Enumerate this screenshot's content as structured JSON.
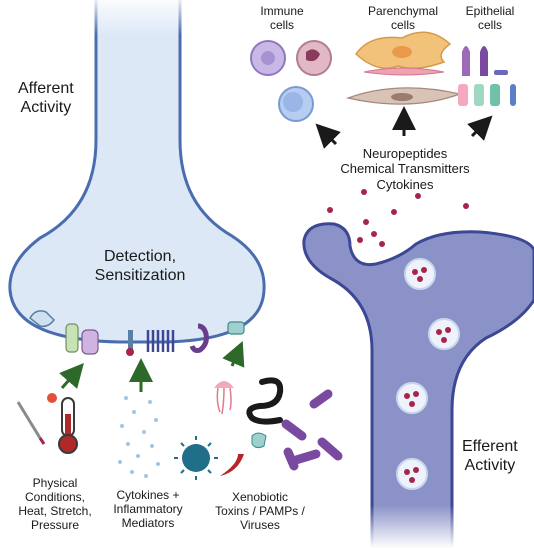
{
  "labels": {
    "afferent": "Afferent\nActivity",
    "detection": "Detection,\nSensitization",
    "efferent": "Efferent\nActivity",
    "immune": "Immune\ncells",
    "parenchymal": "Parenchymal\ncells",
    "epithelial": "Epithelial\ncells",
    "signals": "Neuropeptides\nChemical Transmitters\nCytokines",
    "physical": "Physical\nConditions,\nHeat, Stretch,\nPressure",
    "cytokines": "Cytokines +\nInflammatory\nMediators",
    "xenobiotic": "Xenobiotic\nToxins / PAMPs /\nViruses"
  },
  "colors": {
    "neuron_fill": "#dde8f7",
    "neuron_outline": "#4a6db0",
    "efferent_fill": "#8a92c8",
    "efferent_outline": "#3d4894",
    "vesicle_dot": "#a8244a",
    "arrow_green": "#2d6a2a",
    "arrow_black": "#1a1a1a"
  },
  "icons": [
    "thermometer-icon",
    "scalpel-icon",
    "virus-icon",
    "chili-pepper-icon",
    "jellyfish-icon",
    "snake-icon",
    "bacteria-icon",
    "receptor-icon"
  ]
}
